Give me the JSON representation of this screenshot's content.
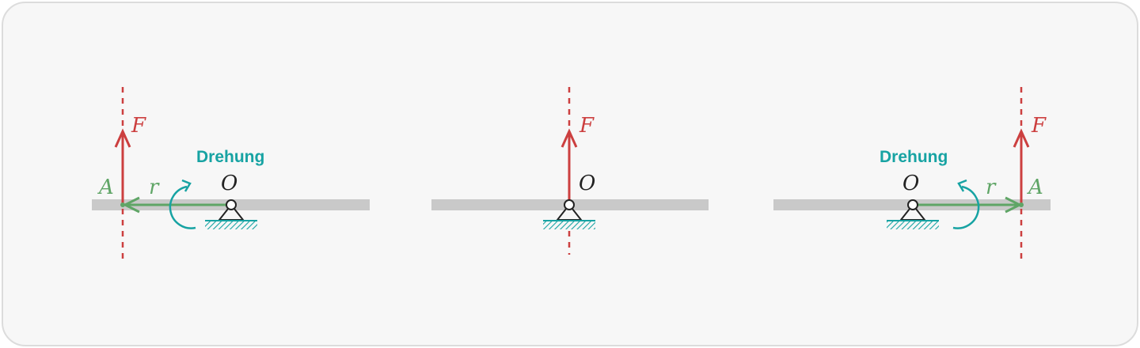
{
  "colors": {
    "force": "#cc3f3f",
    "lever": "#5fa566",
    "rotation": "#17a3a3",
    "beam": "#c9c9c9",
    "ink": "#222222",
    "ground": "#17a3a3",
    "card_bg": "#f7f7f7",
    "card_border": "#dcdcdc"
  },
  "panels": [
    {
      "name": "left",
      "force_label": "F",
      "pivot_label": "O",
      "point_label": "A",
      "lever_label": "r",
      "rotation_label": "Drehung"
    },
    {
      "name": "middle",
      "force_label": "F",
      "pivot_label": "O"
    },
    {
      "name": "right",
      "force_label": "F",
      "pivot_label": "O",
      "point_label": "A",
      "lever_label": "r",
      "rotation_label": "Drehung"
    }
  ]
}
